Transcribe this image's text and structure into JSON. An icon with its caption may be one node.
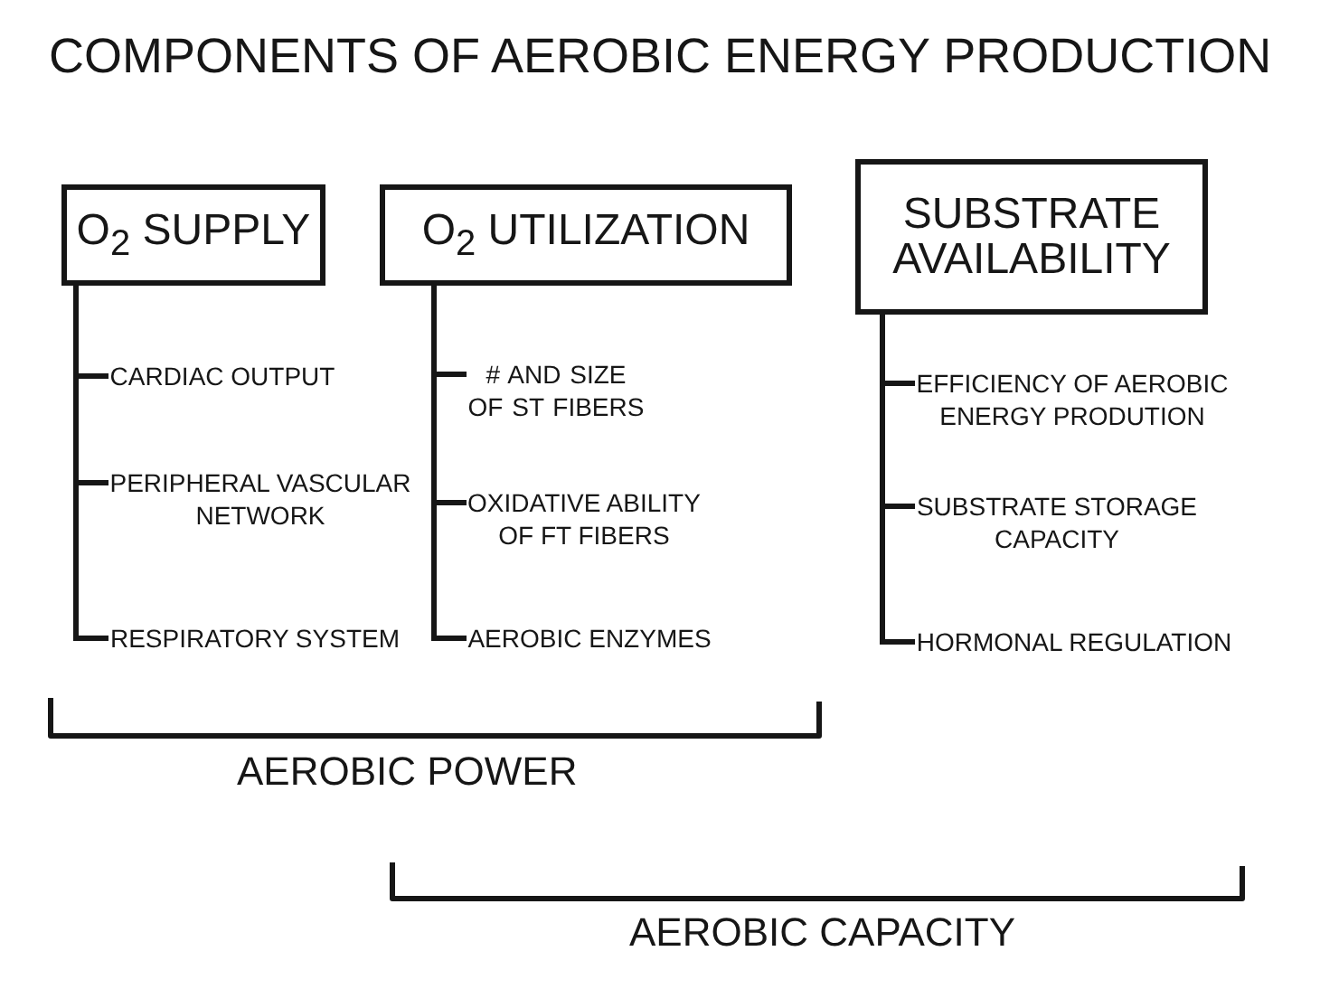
{
  "diagram": {
    "title": "COMPONENTS OF AEROBIC ENERGY PRODUCTION",
    "nodes": [
      {
        "text": [
          "O$_{2}$ SUPPLY"
        ]
      },
      {
        "text": [
          "CARDIAC OUTPUT"
        ]
      },
      {
        "text": [
          "PERIPHERAL VASCULAR NETWORK"
        ]
      },
      {
        "text": [
          "RESPIRATORY SYSTEM"
        ]
      },
      {
        "text": [
          "O$_{2}$ UTILIZATION"
        ]
      },
      {
        "text": [
          "# AND SIZE OF ST FIBERS"
        ]
      },
      {
        "text": [
          "OXIDATIVE ABILITY OF FT FIBERS"
        ]
      },
      {
        "text": [
          "AEROBIC ENZYMES"
        ]
      },
      {
        "text": [
          "SUBSTRATE AVAILABILITY"
        ]
      },
      {
        "text": [
          "EFFICIENCY OF AEROBIC ENERGY PRODUTION"
        ]
      },
      {
        "text": [
          "SUBSTRATE STORAGE CAPACITY"
        ]
      },
      {
        "text": [
          "HORMONAL REGULATION"
        ]
      }
    ],
    "edges": [
      {
        "from": 0,
        "to": 1,
        "arrow": "none"
      },
      {
        "from": 0,
        "to": 2,
        "arrow": "none"
      },
      {
        "from": 0,
        "to": 3,
        "arrow": "none"
      },
      {
        "from": 4,
        "to": 5,
        "arrow": "none"
      },
      {
        "from": 4,
        "to": 6,
        "arrow": "none"
      },
      {
        "from": 4,
        "to": 7,
        "arrow": "none"
      },
      {
        "from": 8,
        "to": 9,
        "arrow": "none"
      },
      {
        "from": 8,
        "to": 10,
        "arrow": "none"
      },
      {
        "from": 8,
        "to": 11,
        "arrow": "none"
      }
    ],
    "labels": [
      "AEROBIC POWER",
      "AEROBIC CAPACITY"
    ]
  }
}
